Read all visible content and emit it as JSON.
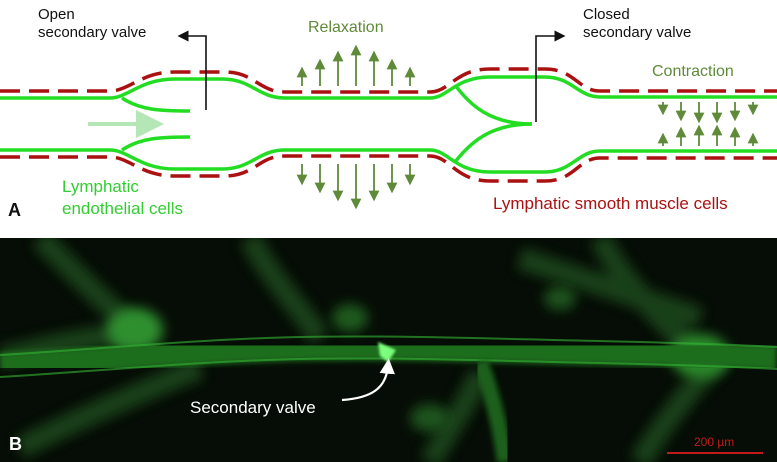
{
  "panel_a": {
    "letter": "A",
    "open_valve_label": "Open\nsecondary valve",
    "closed_valve_label": "Closed\nsecondary valve",
    "relaxation_label": "Relaxation",
    "contraction_label": "Contraction",
    "endothelial_label": "Lymphatic\nendothelial cells",
    "smooth_muscle_label": "Lymphatic smooth muscle cells"
  },
  "panel_b": {
    "letter": "B",
    "secondary_valve_label": "Secondary valve",
    "scale_bar_label": "200 µm"
  },
  "colors": {
    "endothelium_green": "#22dd22",
    "muscle_red": "#aa1111",
    "arrow_olive": "#5f8a3a",
    "flow_arrow_pale": "#b5e6b5",
    "scale_bar_red": "#c21a1a"
  }
}
